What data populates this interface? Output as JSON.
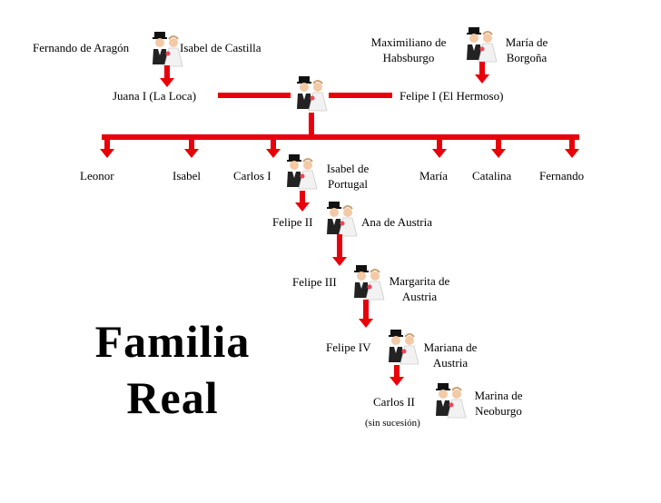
{
  "gen1": {
    "left_husband": "Fernando de Aragón",
    "left_wife": "Isabel de Castilla",
    "right_husband": "Maximiliano de Habsburgo",
    "right_wife": "María de Borgoña"
  },
  "gen2": {
    "wife": "Juana I (La Loca)",
    "husband": "Felipe I (El Hermoso)"
  },
  "children": [
    "Leonor",
    "Isabel",
    "Carlos I",
    "María",
    "Catalina",
    "Fernando"
  ],
  "carlos_spouse": "Isabel de Portugal",
  "gen4": {
    "husband": "Felipe II",
    "wife": "Ana de Austria"
  },
  "gen5": {
    "husband": "Felipe III",
    "wife": "Margarita de Austria"
  },
  "gen6": {
    "husband": "Felipe IV",
    "wife": "Mariana de Austria"
  },
  "gen7": {
    "husband": "Carlos II",
    "note": "(sin sucesión)",
    "wife": "Marina de Neoburgo"
  },
  "title": {
    "line1": "Familia",
    "line2": "Real"
  },
  "colors": {
    "connector": "#e8000a"
  },
  "icons": [
    "wedding-couple-icon"
  ]
}
